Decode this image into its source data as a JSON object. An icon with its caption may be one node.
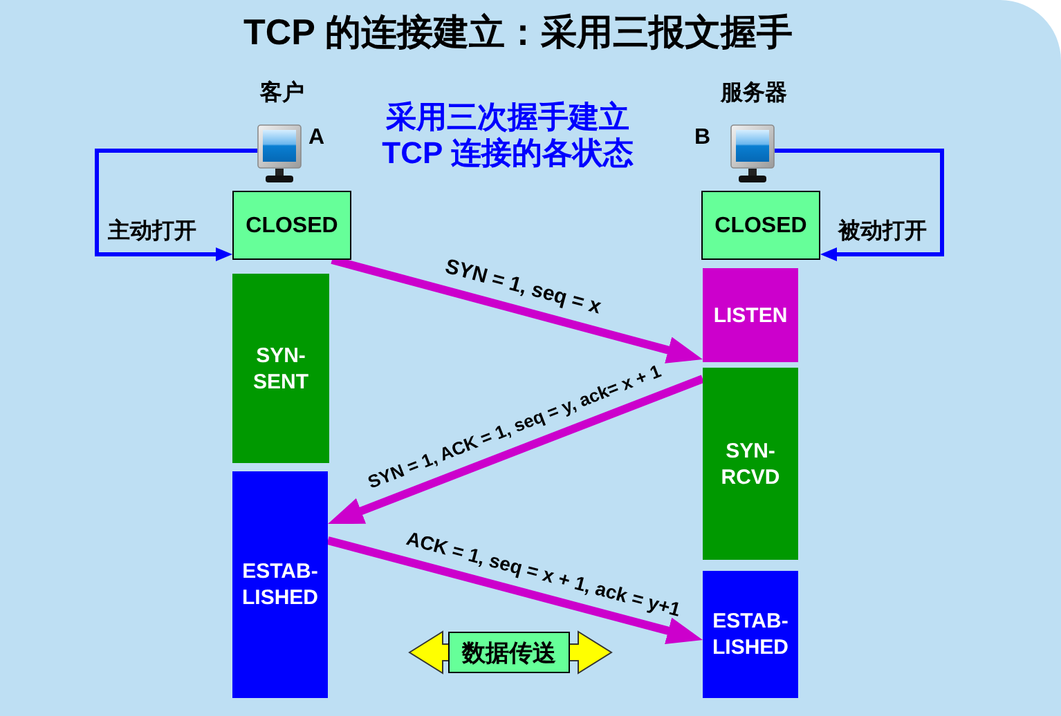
{
  "diagram": {
    "title": "TCP 的连接建立：采用三报文握手",
    "nodes": [
      {
        "text": [],
        "shape": "picture",
        "beside": [
          "客户",
          "A"
        ]
      },
      {
        "text": [],
        "shape": "picture",
        "beside": [
          "服务器",
          "B"
        ]
      },
      {
        "text": [
          "CLOSED"
        ]
      },
      {
        "text": [
          "SYN- SENT"
        ]
      },
      {
        "text": [
          "ESTAB- LISHED"
        ]
      },
      {
        "text": [
          "CLOSED"
        ]
      },
      {
        "text": [
          "LISTEN"
        ]
      },
      {
        "text": [
          "SYN- RCVD"
        ]
      },
      {
        "text": [
          "ESTAB- LISHED"
        ]
      },
      {
        "text": [
          "数据传送"
        ]
      }
    ],
    "edges": [
      {
        "from": 0,
        "to": 2,
        "arrow": "to",
        "label": "主动打开",
        "color": "#0000ff"
      },
      {
        "from": 1,
        "to": 5,
        "arrow": "to",
        "label": "被动打开",
        "color": "#0000ff"
      },
      {
        "from": 2,
        "to": 6,
        "arrow": "to",
        "label": "SYN = 1, seq = x"
      },
      {
        "from": 7,
        "to": 4,
        "arrow": "to",
        "label": "SYN = 1, ACK = 1, seq = y, ack= x + 1"
      },
      {
        "from": 4,
        "to": 8,
        "arrow": "to",
        "label": "ACK = 1, seq = x + 1, ack = y+1"
      }
    ],
    "labels": [
      "采用三次握手建立TCP 连接的各状态"
    ]
  }
}
